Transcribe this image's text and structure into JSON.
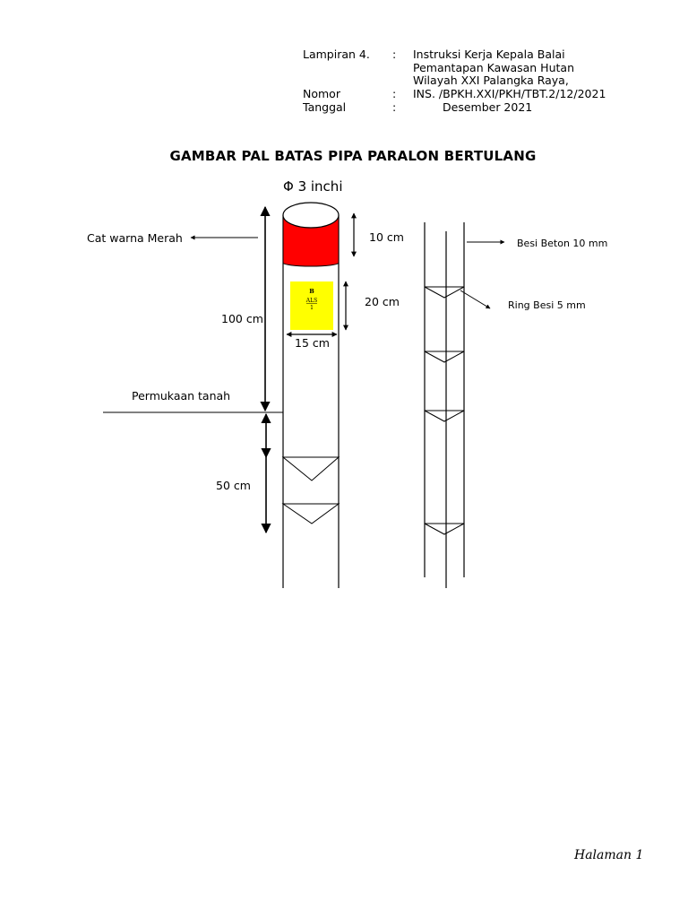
{
  "header": {
    "lampiran_label": "Lampiran 4.",
    "lampiran_colon": ":",
    "lampiran_lines": [
      "Instruksi Kerja Kepala Balai",
      "Pemantapan Kawasan Hutan",
      "Wilayah XXI Palangka Raya,"
    ],
    "nomor_label": "Nomor",
    "nomor_colon": ":",
    "nomor_value": "INS.   /BPKH.XXI/PKH/TBT.2/12/2021",
    "tanggal_label": "Tanggal",
    "tanggal_colon": ":",
    "tanggal_value": "Desember 2021"
  },
  "title": "GAMBAR PAL BATAS PIPA PARALON BERTULANG",
  "diagram": {
    "diameter_label": "Φ 3 inchi",
    "red_cap_label": "Cat warna Merah",
    "cap_height_label": "10  cm",
    "plate_height_label": "20 cm",
    "plate_width_label": "15 cm",
    "above_ground_label": "100 cm",
    "ground_label": "Permukaan tanah",
    "below_ground_label": "50 cm",
    "rebar_label": "Besi Beton 10 mm",
    "ring_label": "Ring Besi 5 mm",
    "plate": {
      "line1": "B",
      "line2": "ALS",
      "line3": "1"
    },
    "colors": {
      "cap": "#ff0000",
      "plate": "#ffff00"
    }
  },
  "footer": {
    "page_label": "Halaman 1"
  }
}
